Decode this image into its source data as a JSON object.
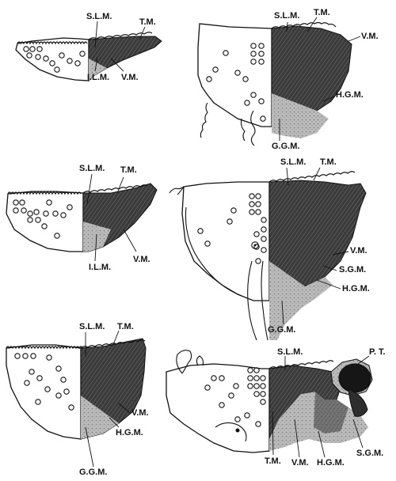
{
  "colors": {
    "ink": "#111111",
    "dark_muscle": "#262626",
    "light_muscle": "#b8b8b8",
    "paper": "#ffffff"
  },
  "panels": [
    {
      "id": "p1",
      "labels": {
        "slm": "S.L.M.",
        "tm": "T.M.",
        "ilm": "I.L.M.",
        "vm": "V.M."
      }
    },
    {
      "id": "p2",
      "labels": {
        "slm": "S.L.M.",
        "tm": "T.M.",
        "vm": "V.M.",
        "hgm": "H.G.M.",
        "ggm": "G.G.M."
      }
    },
    {
      "id": "p3",
      "labels": {
        "slm": "S.L.M.",
        "tm": "T.M.",
        "ilm": "I.L.M.",
        "vm": "V.M."
      }
    },
    {
      "id": "p4",
      "labels": {
        "slm": "S.L.M.",
        "tm": "T.M.",
        "vm": "V.M.",
        "sgm": "S.G.M.",
        "hgm": "H.G.M.",
        "ggm": "G.G.M."
      }
    },
    {
      "id": "p5",
      "labels": {
        "slm": "S.L.M.",
        "tm": "T.M.",
        "vm": "V.M.",
        "hgm": "H.G.M.",
        "ggm": "G.G.M."
      }
    },
    {
      "id": "p6",
      "labels": {
        "slm": "S.L.M.",
        "pt": "P. T.",
        "tm": "T.M.",
        "vm": "V.M.",
        "hgm": "H.G.M.",
        "sgm": "S.G.M."
      }
    }
  ]
}
